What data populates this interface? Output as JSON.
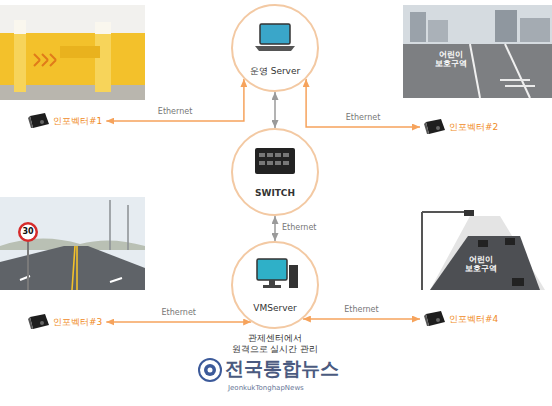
{
  "diagram": {
    "nodes": [
      {
        "text": [
          "운영 Server"
        ]
      },
      {
        "text": [
          "인포벡터#1"
        ]
      },
      {
        "text": [
          "인포벡터#2"
        ]
      },
      {
        "text": [
          "SWITCH"
        ]
      },
      {
        "text": [
          "인포벡터#3"
        ]
      },
      {
        "text": [
          "VMServer",
          "관제센터에서 원격으로 실시간 관리"
        ]
      },
      {
        "text": [
          "인포벡터#4"
        ]
      }
    ],
    "edges": [
      {
        "from": 0,
        "to": 1,
        "arrow": "both",
        "label": "Ethernet"
      },
      {
        "from": 0,
        "to": 2,
        "arrow": "both",
        "label": "Ethernet"
      },
      {
        "from": 0,
        "to": 3,
        "arrow": "both"
      },
      {
        "from": 3,
        "to": 5,
        "arrow": "both",
        "label": "Ethernet"
      },
      {
        "from": 5,
        "to": 4,
        "arrow": "both",
        "label": "Ethernet"
      },
      {
        "from": 5,
        "to": 6,
        "arrow": "both",
        "label": "Ethernet"
      }
    ],
    "labels": [
      "어린이 보호구역",
      "30",
      "어린이 보호구역",
      "전국통합뉴스",
      "JeonkukTonghapNews"
    ]
  }
}
